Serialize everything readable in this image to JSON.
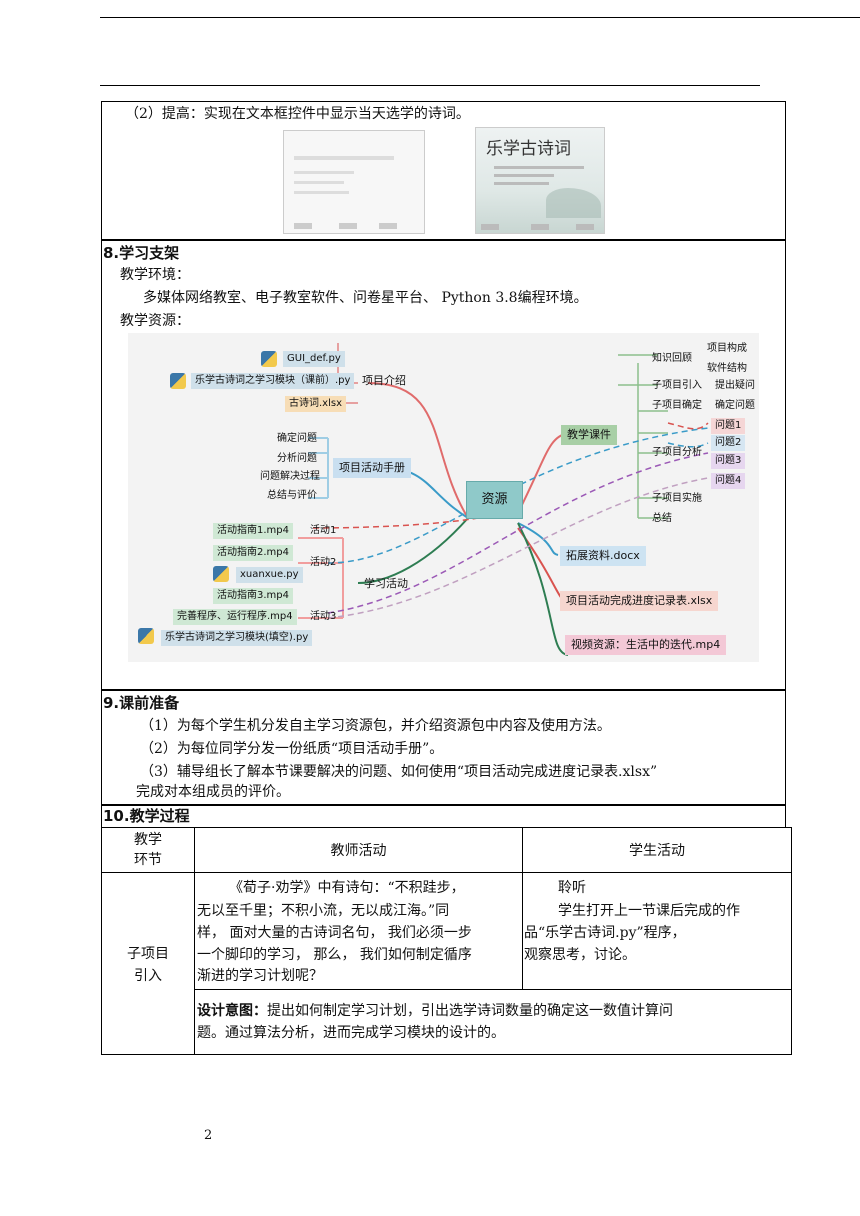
{
  "section_top": {
    "item2": "（2）提高：实现在文本框控件中显示当天选学的诗词。",
    "shot_title": "乐学古诗词"
  },
  "section8": {
    "title": "8.学习支架",
    "env_label": "教学环境：",
    "env_text": "多媒体网络教室、电子教室软件、问卷星平台、  Python 3.8编程环境。",
    "res_label": "教学资源："
  },
  "mindmap": {
    "center": "资源",
    "left": {
      "project_intro": "项目介绍",
      "files": [
        "GUI_def.py",
        "乐学古诗词之学习模块（课前）.py",
        "古诗词.xlsx"
      ],
      "handbook": "项目活动手册",
      "handbook_items": [
        "确定问题",
        "分析问题",
        "问题解决过程",
        "总结与评价"
      ],
      "learning": "学习活动",
      "activities": [
        "活动1",
        "活动2",
        "活动3"
      ],
      "act_files": [
        "活动指南1.mp4",
        "活动指南2.mp4",
        "xuanxue.py",
        "活动指南3.mp4",
        "完善程序、运行程序.mp4",
        "乐学古诗词之学习模块(填空).py"
      ]
    },
    "right": {
      "courseware": "教学课件",
      "knowledge": "知识回顾",
      "k_items": [
        "项目构成",
        "软件结构"
      ],
      "intro": "子项目引入",
      "intro_item": "提出疑问",
      "confirm": "子项目确定",
      "confirm_item": "确定问题",
      "analysis": "子项目分析",
      "questions": [
        "问题1",
        "问题2",
        "问题3",
        "问题4"
      ],
      "impl": "子项目实施",
      "summary": "总结",
      "ext": "拓展资料.docx",
      "record": "项目活动完成进度记录表.xlsx",
      "video": "视频资源：生活中的迭代.mp4"
    }
  },
  "section9": {
    "title": "9.课前准备",
    "p1": "（1）为每个学生机分发自主学习资源包，并介绍资源包中内容及使用方法。",
    "p2": "（2）为每位同学分发一份纸质“项目活动手册”。",
    "p3a": "（3）辅导组长了解本节课要解决的问题、如何使用“项目活动完成进度记录表.xlsx”",
    "p3b": "完成对本组成员的评价。"
  },
  "section10": {
    "title": "10.教学过程",
    "headers": [
      "教学环节",
      "教师活动",
      "学生活动"
    ],
    "header_col1_a": "教学",
    "header_col1_b": "环节",
    "row1_stage_a": "子项目",
    "row1_stage_b": "引入",
    "teacher_lines": [
      "《荀子·劝学》中有诗句：“不积跬步，",
      "无以至千里；不积小流，无以成江海。”同",
      "样，  面对大量的古诗词名句，  我们必须一步",
      "一个脚印的学习，  那么，  我们如何制定循序",
      "渐进的学习计划呢？"
    ],
    "student_lines": [
      "聆听",
      "学生打开上一节课后完成的作",
      "品“乐学古诗词.py”程序，",
      "观察思考，讨论。"
    ],
    "design_label": "设计意图：",
    "design_line1": "提出如何制定学习计划，引出选学诗词数量的确定这一数值计算问",
    "design_line2": "题。通过算法分析，进而完成学习模块的设计的。"
  },
  "page_number": "2"
}
